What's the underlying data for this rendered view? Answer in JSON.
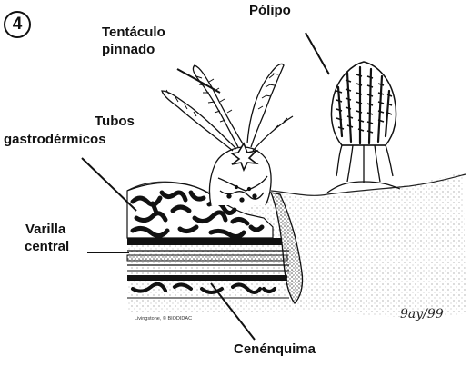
{
  "figure_number": "4",
  "labels": {
    "polipo": "Pólipo",
    "tentaculo_line1": "Tentáculo",
    "tentaculo_line2": "pinnado",
    "tubos_line1": "Tubos",
    "tubos_line2": "gastrodérmicos",
    "varilla_line1": "Varilla",
    "varilla_line2": "central",
    "cenenquima": "Cenénquima"
  },
  "credit": "Livingstone, © BIODIDAC",
  "signature": "9ay/99",
  "colors": {
    "ink": "#111111",
    "background": "#ffffff",
    "stipple": "#777777"
  }
}
